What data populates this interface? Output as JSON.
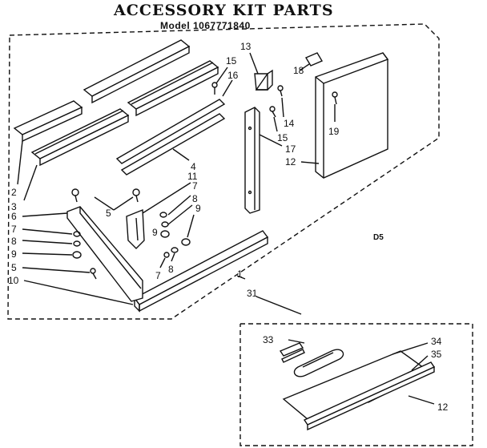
{
  "header": {
    "title": "ACCESSORY KIT PARTS",
    "model": "Model 1067771840"
  },
  "diagram_code": "D5",
  "callouts": [
    "2",
    "3",
    "4",
    "5",
    "5",
    "6",
    "7",
    "7",
    "7",
    "8",
    "8",
    "8",
    "9",
    "9",
    "9",
    "10",
    "11",
    "12",
    "12",
    "13",
    "14",
    "15",
    "15",
    "16",
    "17",
    "18",
    "19",
    "31",
    "33",
    "34",
    "35",
    "1"
  ]
}
